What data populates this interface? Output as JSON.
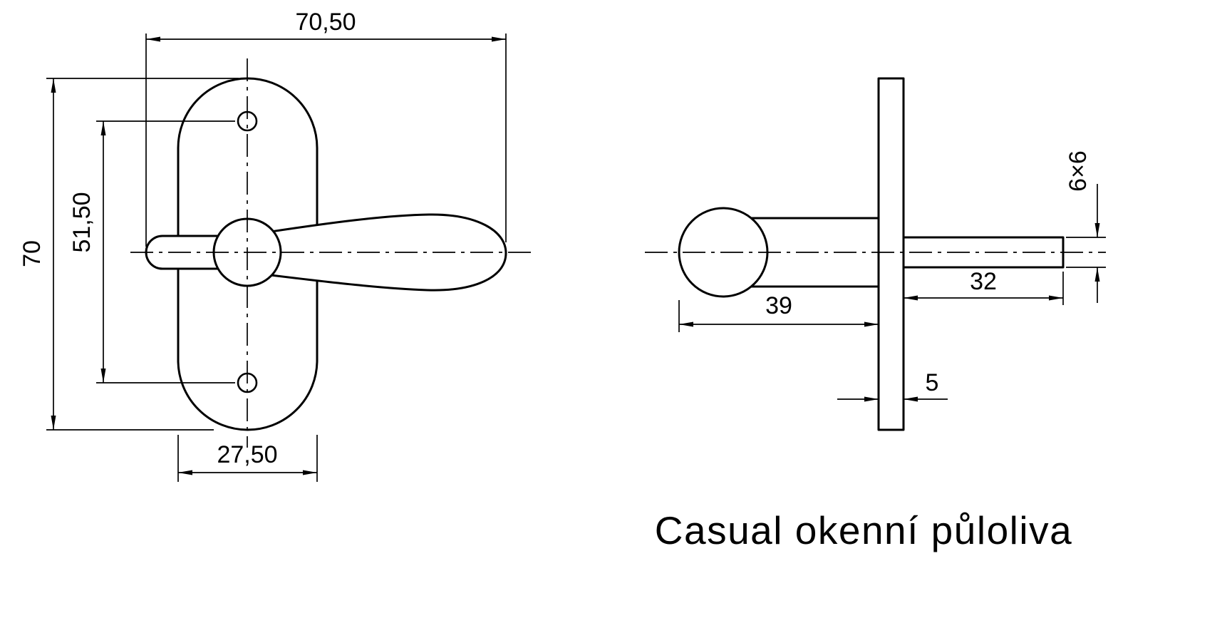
{
  "title": "Casual okenní půloliva",
  "colors": {
    "line": "#000000",
    "background": "#ffffff"
  },
  "front_view": {
    "dim_total_length": "70,50",
    "dim_plate_height": "70",
    "dim_hole_spacing": "51,50",
    "dim_plate_width": "27,50"
  },
  "side_view": {
    "dim_grip_length": "39",
    "dim_spindle_length": "32",
    "dim_plate_thickness": "5",
    "dim_spindle_section": "6×6"
  }
}
